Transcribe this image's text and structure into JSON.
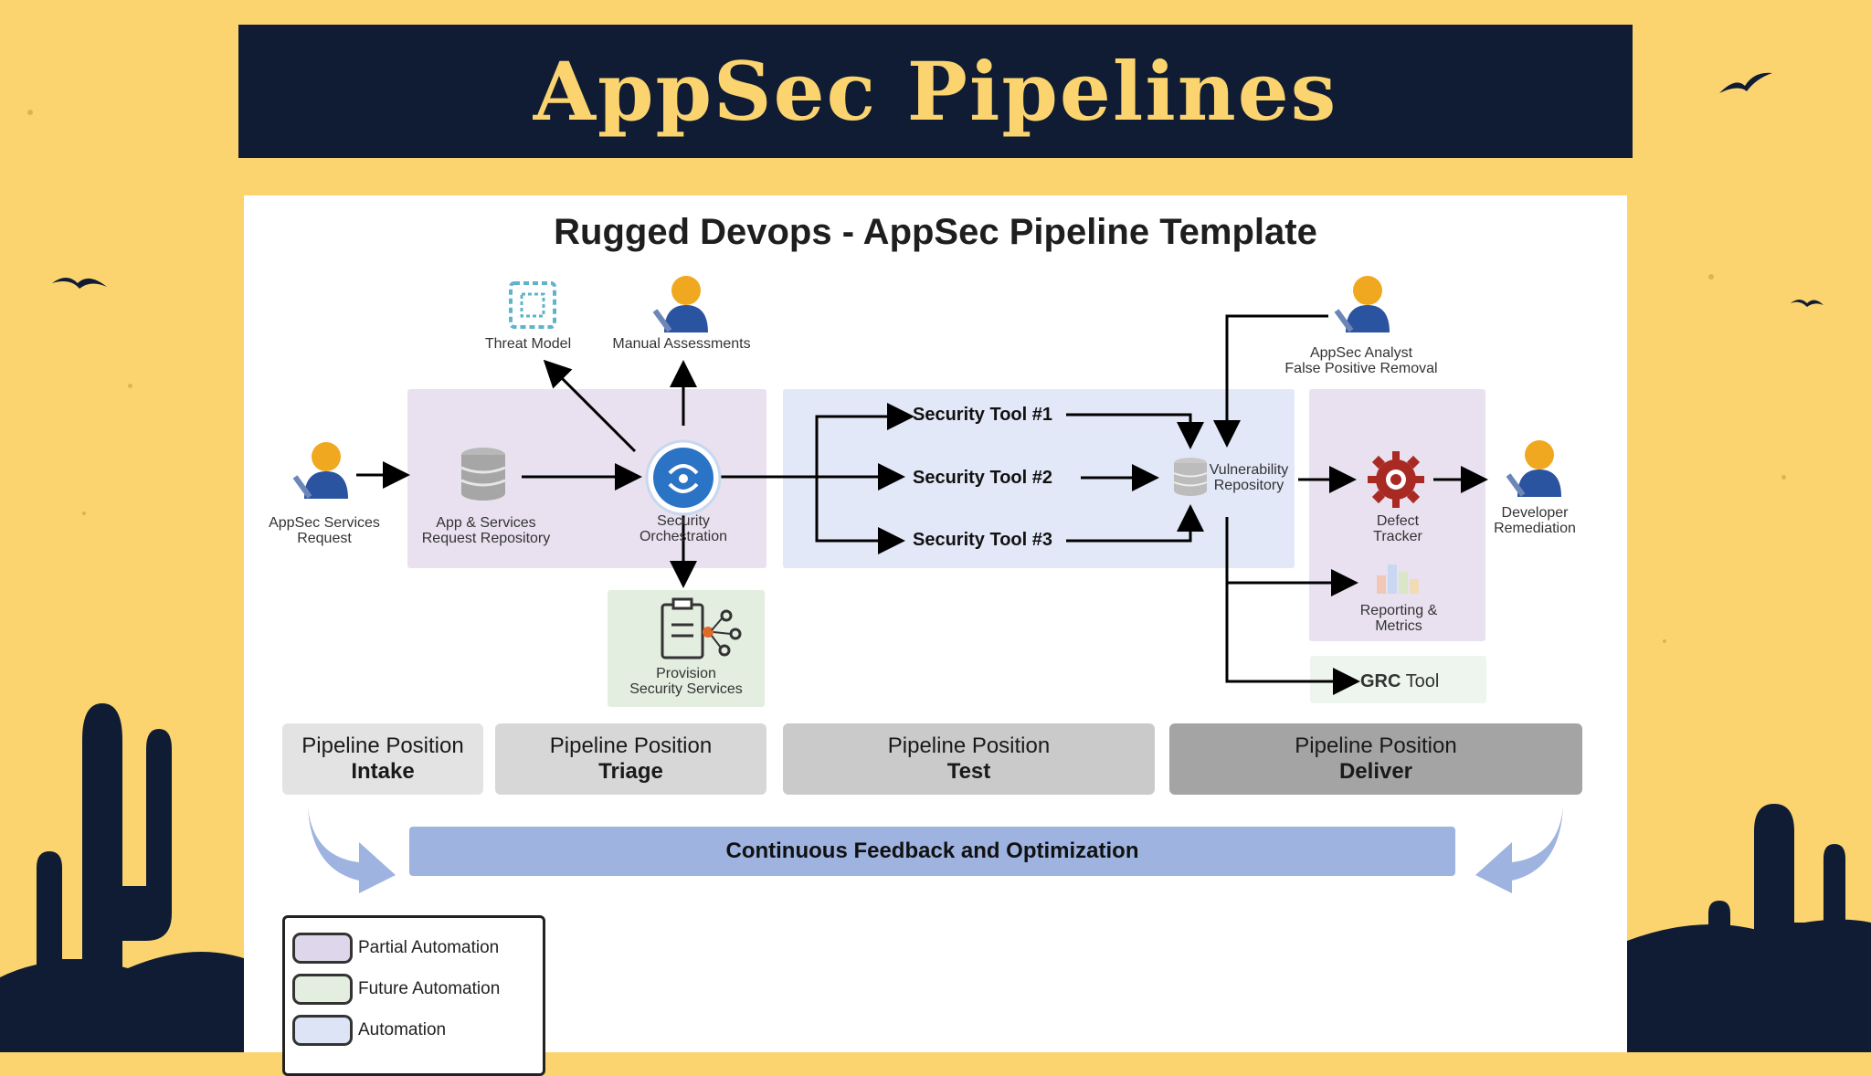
{
  "slide": {
    "title": "AppSec Pipelines"
  },
  "diagram": {
    "title": "Rugged Devops - AppSec Pipeline Template",
    "nodes": {
      "threat_model": "Threat Model",
      "manual_assessments": "Manual Assessments",
      "appsec_request_1": "AppSec Services",
      "appsec_request_2": "Request",
      "repo_1": "App & Services",
      "repo_2": "Request Repository",
      "orch_1": "Security",
      "orch_2": "Orchestration",
      "provision_1": "Provision",
      "provision_2": "Security Services",
      "tool1": "Security Tool #1",
      "tool2": "Security Tool #2",
      "tool3": "Security Tool #3",
      "vuln_1": "Vulnerability",
      "vuln_2": "Repository",
      "analyst_1": "AppSec Analyst",
      "analyst_2": "False Positive Removal",
      "defect_1": "Defect",
      "defect_2": "Tracker",
      "reporting_1": "Reporting &",
      "reporting_2": "Metrics",
      "grc_bold": "GRC",
      "grc_rest": " Tool",
      "dev_1": "Developer",
      "dev_2": "Remediation"
    },
    "positions": [
      {
        "label": "Pipeline Position",
        "name": "Intake"
      },
      {
        "label": "Pipeline Position",
        "name": "Triage"
      },
      {
        "label": "Pipeline Position",
        "name": "Test"
      },
      {
        "label": "Pipeline Position",
        "name": "Deliver"
      }
    ],
    "feedback": "Continuous Feedback and Optimization",
    "legend": [
      {
        "label": "Partial Automation",
        "color": "#ded6ea"
      },
      {
        "label": "Future Automation",
        "color": "#e3eee0"
      },
      {
        "label": "Automation",
        "color": "#dde4f6"
      }
    ],
    "colors": {
      "partial": "#e9e1f0",
      "future": "#e3eee0",
      "automation": "#e3e8f8",
      "position_1": "#e3e3e3",
      "position_2": "#d7d7d7",
      "position_3": "#cacaca",
      "position_4": "#a4a4a4",
      "feedback": "#9eb3e0",
      "title_bar": "#0f1c33",
      "title_text": "#fbd470"
    }
  }
}
